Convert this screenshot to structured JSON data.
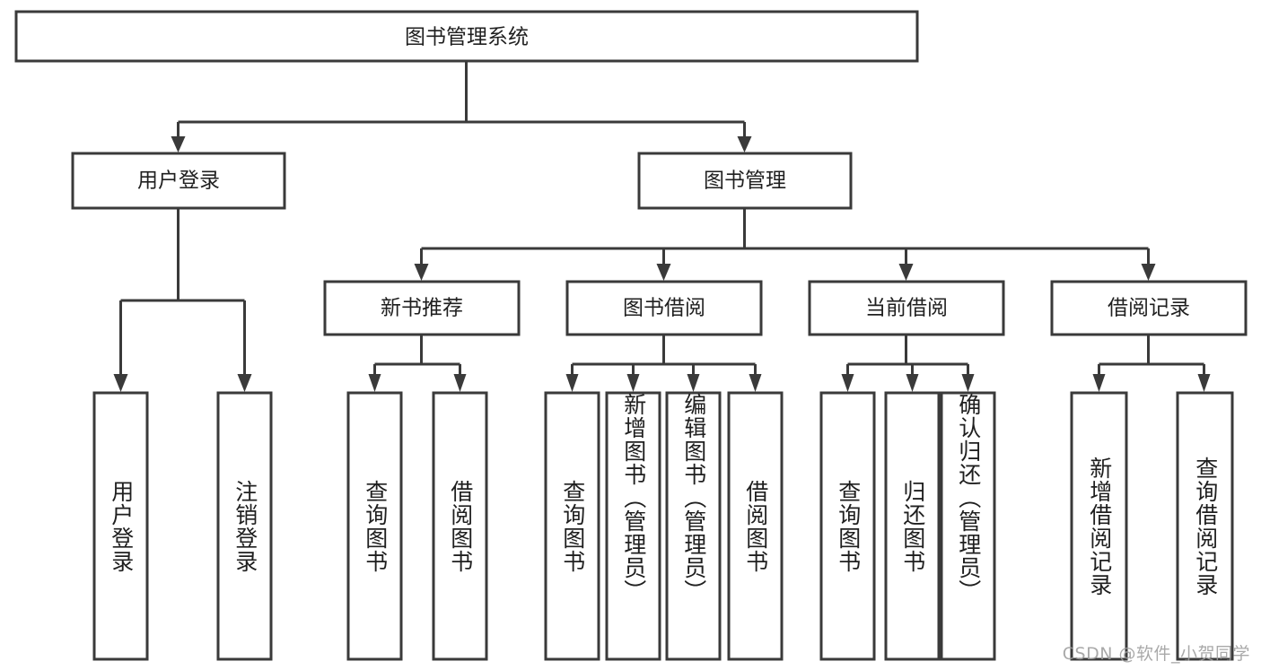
{
  "diagram": {
    "type": "tree-hierarchy",
    "title": "图书管理系统",
    "orientation": "top-down",
    "edge_style": "orthogonal-arrow",
    "colors": {
      "box_stroke": "#3a3a3a",
      "box_fill": "#ffffff",
      "connector": "#3a3a3a",
      "text": "#1f1f1f",
      "background": "#ffffff",
      "watermark": "#9e9e9e"
    },
    "root": {
      "label": "图书管理系统",
      "orientation": "horizontal"
    },
    "level1": [
      {
        "label": "用户登录",
        "orientation": "horizontal"
      },
      {
        "label": "图书管理",
        "orientation": "horizontal"
      }
    ],
    "level2": [
      {
        "label": "新书推荐",
        "orientation": "horizontal"
      },
      {
        "label": "图书借阅",
        "orientation": "horizontal"
      },
      {
        "label": "当前借阅",
        "orientation": "horizontal"
      },
      {
        "label": "借阅记录",
        "orientation": "horizontal"
      }
    ],
    "leaves": {
      "user_login": [
        {
          "label": "用户登录",
          "orientation": "vertical"
        },
        {
          "label": "注销登录",
          "orientation": "vertical"
        }
      ],
      "new_book_recommend": [
        {
          "label": "查询图书",
          "orientation": "vertical"
        },
        {
          "label": "借阅图书",
          "orientation": "vertical"
        }
      ],
      "book_borrow": [
        {
          "label": "查询图书",
          "orientation": "vertical"
        },
        {
          "label": "新增图书（管理员）",
          "orientation": "vertical"
        },
        {
          "label": "编辑图书（管理员）",
          "orientation": "vertical"
        },
        {
          "label": "借阅图书",
          "orientation": "vertical"
        }
      ],
      "current_borrow": [
        {
          "label": "查询图书",
          "orientation": "vertical"
        },
        {
          "label": "归还图书",
          "orientation": "vertical"
        },
        {
          "label": "确认归还（管理员）",
          "orientation": "vertical"
        }
      ],
      "borrow_record": [
        {
          "label": "新增借阅记录",
          "orientation": "vertical"
        },
        {
          "label": "查询借阅记录",
          "orientation": "vertical"
        }
      ]
    }
  },
  "watermark": {
    "text": "CSDN @软件_小贺同学"
  }
}
